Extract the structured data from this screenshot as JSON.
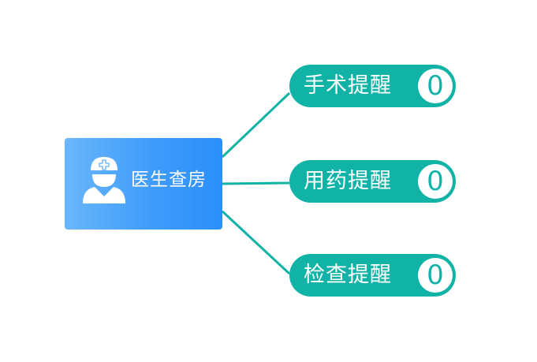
{
  "colors": {
    "card_gradient_start": "#6ab7fb",
    "card_gradient_end": "#2a8ffa",
    "pill_background": "#10b3a6",
    "connector_line": "#10b3a6",
    "count_text": "#10b3a6"
  },
  "center": {
    "label": "医生查房",
    "icon": "doctor-icon"
  },
  "reminders": [
    {
      "label": "手术提醒",
      "count": "0"
    },
    {
      "label": "用药提醒",
      "count": "0"
    },
    {
      "label": "检查提醒",
      "count": "0"
    }
  ]
}
